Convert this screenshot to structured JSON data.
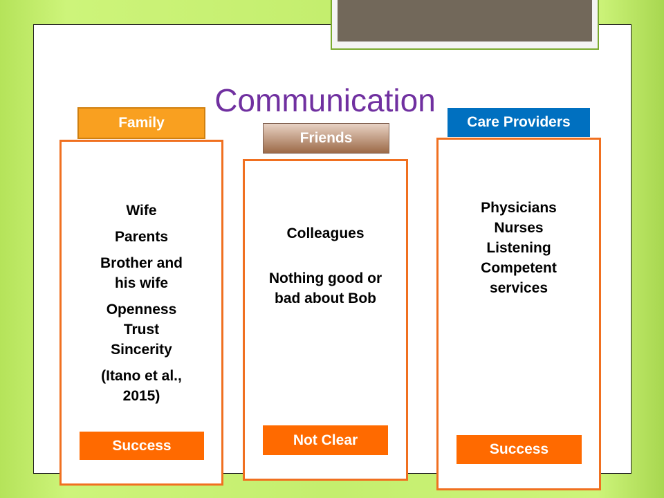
{
  "title": "Communication",
  "columns": [
    {
      "header": "Family",
      "lines": [
        "Wife",
        "Parents",
        "Brother and his wife",
        "Openness",
        "Trust",
        "Sincerity",
        "(Itano et al., 2015)"
      ],
      "result": "Success"
    },
    {
      "header": "Friends",
      "lines": [
        "Colleagues",
        "Nothing good or bad about Bob"
      ],
      "result": "Not Clear"
    },
    {
      "header": "Care Providers",
      "lines": [
        "Physicians",
        "Nurses",
        "Listening",
        "Competent services"
      ],
      "result": "Success"
    }
  ]
}
